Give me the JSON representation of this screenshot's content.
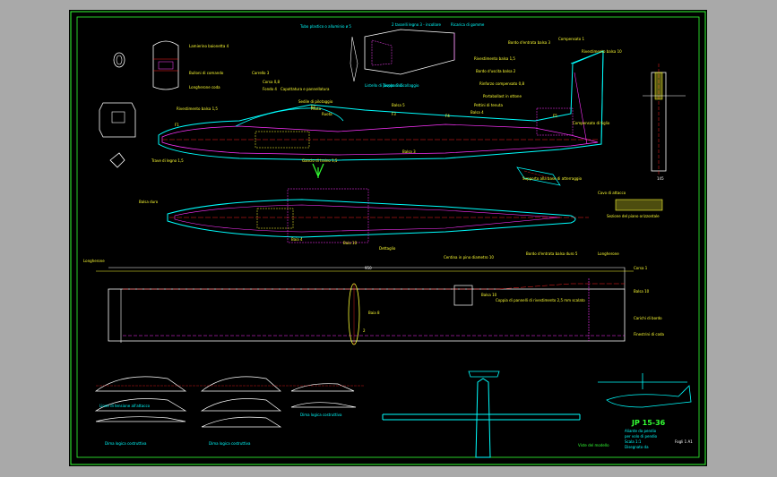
{
  "labels": {
    "top": [
      "Tubo plastico o alluminio ø 5",
      "2 tasselli legno 3 - incollare",
      "Ricarica di gomme",
      "Listello di pioppo 3x5",
      "Tavole di incollaggio"
    ],
    "fin": [
      "Bordo d'entrata balsa 3",
      "Rivestimento balsa 1,5",
      "Bordo d'uscita balsa 2",
      "Rinforzo compensato 0,8",
      "Portaballast in ottone",
      "Pettini di tenuta",
      "Balsa 4",
      "Compensato 1",
      "Rivestimento balsa 10",
      "Compensato di tiglio"
    ],
    "fuselage": [
      "Lamierino baionetta 4",
      "Bulloni di comando",
      "Carrello 3",
      "Longherone coda",
      "Corsa 0,8",
      "Fondo 4",
      "Capottatura e pannellatura",
      "Sedile di pilotaggio",
      "Pilota",
      "Ruota",
      "Balsa 5",
      "Gancio di traino 1,5",
      "Balsa 3",
      "Rivestimento balsa 1,5",
      "Trave di legno 1,5",
      "Supporto alla base di atterraggio",
      "F1",
      "F2",
      "F3",
      "F4",
      "F5"
    ],
    "plan": [
      "Balsa duro",
      "Cavo di attacco",
      "Sezione del piano orizzontale",
      "Baia 4",
      "Baia 10",
      "Dettaglio"
    ],
    "wing": [
      "Longherone",
      "Centina in pino diametro 10",
      "Bordo d'entrata balsa duro 5",
      "Longherone",
      "Corsa 1",
      "Balsa 10",
      "Carichi di bordo",
      "Finestrini di coda",
      "Balsa 10",
      "Coppia di pannelli di rivestimento 2,5 mm scalato"
    ],
    "profile": [
      "Baia 8",
      "2"
    ],
    "airfoils": [
      "Linee di tensione all'attacco",
      "Dima logica costruttiva",
      "Dima logica costruttiva",
      "Dima logica costruttiva"
    ],
    "dims": [
      "950",
      "145"
    ]
  },
  "title_block": {
    "title": "JP 15-36",
    "lines": [
      "Aliante da pendio",
      "per volo di pendio",
      "Scala 1:1",
      "Disegnato da"
    ],
    "right": "Fogli 1 A1",
    "views": "Viste del modello"
  },
  "colors": {
    "frame": "#33ff33",
    "outline": "#00ffff",
    "structure": "#ff33ff",
    "red": "#ff2222",
    "text": "#ffff33",
    "white": "#ffffff"
  }
}
